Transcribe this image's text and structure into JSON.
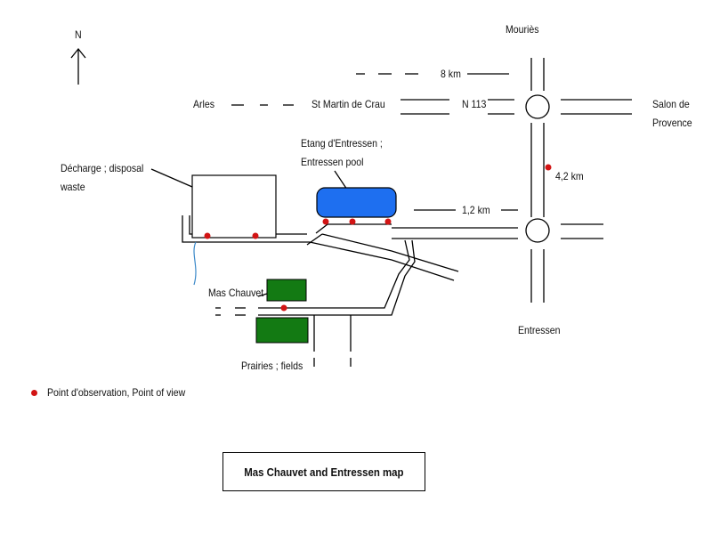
{
  "title": "Mas Chauvet and Entressen map",
  "compass": {
    "label": "N",
    "icon": "north-arrow-icon"
  },
  "places": {
    "mouries": "Mouriès",
    "arles": "Arles",
    "st_martin": "St Martin de Crau",
    "road": "N 113",
    "salon_line1": "Salon de",
    "salon_line2": "Provence",
    "etang_line1": "Etang d'Entressen ;",
    "etang_line2": "Entressen pool",
    "decharge_line1": "Décharge ; disposal",
    "decharge_line2": "waste",
    "mas_chauvet": "Mas Chauvet",
    "entressen": "Entressen",
    "prairies": "Prairies ; fields"
  },
  "distances": {
    "d8": "8 km",
    "d42": "4,2 km",
    "d12": "1,2 km"
  },
  "legend": {
    "label": "Point d'observation, Point of view",
    "icon": "observation-point-icon"
  },
  "colors": {
    "observation_point": "#d21414",
    "pool": "#1e6ff0",
    "fields": "#137a13",
    "road": "#000000",
    "stream": "#3a88c8"
  }
}
